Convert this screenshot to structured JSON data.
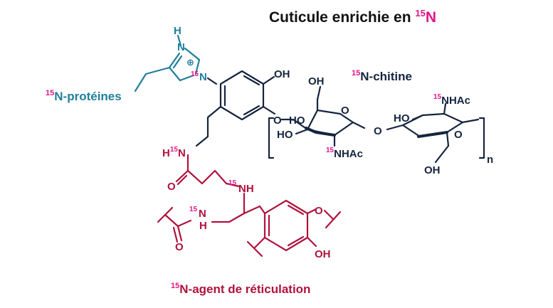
{
  "title": {
    "main": "Cuticule enrichie en ",
    "iso": "15",
    "el": "N"
  },
  "labels": {
    "proteines": {
      "iso": "15",
      "text": "N-protéines"
    },
    "chitine": {
      "iso": "15",
      "text": "N-chitine"
    },
    "agent": {
      "iso": "15",
      "text": "N-agent de réticulation"
    }
  },
  "atoms": {
    "imid_H": "H",
    "imid_N_top": "N",
    "imid_plus": "⊕",
    "imid_N_iso": "15",
    "imid_N": "N",
    "OH_cat1": "OH",
    "O_link": "O",
    "HN_iso": "15",
    "HN_H": "H",
    "HN_N": "N",
    "amide_O": "O",
    "NH_iso": "15",
    "NH_text": "NH",
    "N2_iso": "15",
    "N2_N": "N",
    "N2_H": "H",
    "O_acyl": "O",
    "O_cat2": "O",
    "OH_cat2": "OH",
    "ch_OH_top": "OH",
    "ch_O_ring1": "O",
    "ch_HO1": "HO",
    "ch_HO2": "HO",
    "ch_NHAc1_iso": "15",
    "ch_NHAc1": "NHAc",
    "ch_O_glyco": "O",
    "ch_HO3": "HO",
    "ch_NHAc2_iso": "15",
    "ch_NHAc2": "NHAc",
    "ch_O_ring2": "O",
    "ch_OH_bot": "OH",
    "ch_n": "n"
  },
  "colors": {
    "protein": "#1f7f9a",
    "chitin": "#15243f",
    "isotope": "#e0178a",
    "crosslinker": "#b0123c",
    "title": "#111111"
  }
}
